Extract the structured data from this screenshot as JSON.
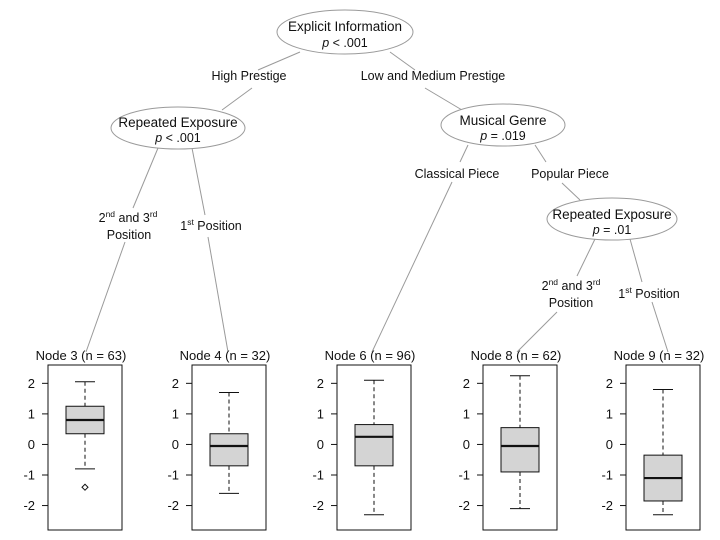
{
  "tree": {
    "root": {
      "title": "Explicit Information",
      "p_prefix": "p",
      "p_value": " < .001"
    },
    "root_left_edge": "High Prestige",
    "root_right_edge": "Low and Medium Prestige",
    "node_left": {
      "title": "Repeated Exposure",
      "p_prefix": "p",
      "p_value": " < .001"
    },
    "node_left_edge_left": {
      "line1_a": "2",
      "line1_sup_a": "nd",
      "line1_b": " and 3",
      "line1_sup_b": "rd",
      "line2": "Position"
    },
    "node_left_edge_right": {
      "a": "1",
      "sup": "st",
      "b": " Position"
    },
    "node_right": {
      "title": "Musical Genre",
      "p_prefix": "p",
      "p_value": " = .019"
    },
    "node_right_edge_left": "Classical Piece",
    "node_right_edge_right": "Popular Piece",
    "node_right_child": {
      "title": "Repeated Exposure",
      "p_prefix": "p",
      "p_value": " = .01"
    },
    "node_right_child_edge_left": {
      "line1_a": "2",
      "line1_sup_a": "nd",
      "line1_b": " and 3",
      "line1_sup_b": "rd",
      "line2": "Position"
    },
    "node_right_child_edge_right": {
      "a": "1",
      "sup": "st",
      "b": " Position"
    }
  },
  "terminal_nodes": [
    {
      "label": "Node 3 (n = 63)",
      "whisker_low": -0.8,
      "q1": 0.35,
      "median": 0.8,
      "q3": 1.25,
      "whisker_high": 2.05,
      "outliers": [
        -1.4
      ]
    },
    {
      "label": "Node 4 (n = 32)",
      "whisker_low": -1.6,
      "q1": -0.7,
      "median": -0.05,
      "q3": 0.35,
      "whisker_high": 1.7,
      "outliers": []
    },
    {
      "label": "Node 6 (n = 96)",
      "whisker_low": -2.3,
      "q1": -0.7,
      "median": 0.25,
      "q3": 0.65,
      "whisker_high": 2.1,
      "outliers": []
    },
    {
      "label": "Node 8 (n = 62)",
      "whisker_low": -2.1,
      "q1": -0.9,
      "median": -0.05,
      "q3": 0.55,
      "whisker_high": 2.25,
      "outliers": []
    },
    {
      "label": "Node 9 (n = 32)",
      "whisker_low": -2.3,
      "q1": -1.85,
      "median": -1.1,
      "q3": -0.35,
      "whisker_high": 1.8,
      "outliers": []
    }
  ],
  "y_axis": {
    "range": [
      -2.8,
      2.6
    ],
    "ticks": [
      "2",
      "1",
      "0",
      "-1",
      "-2"
    ],
    "tick_values": [
      2,
      1,
      0,
      -1,
      -2
    ]
  },
  "colors": {
    "box_fill": "#d4d4d4",
    "line": "#111111",
    "edge": "#9a9a9a"
  }
}
